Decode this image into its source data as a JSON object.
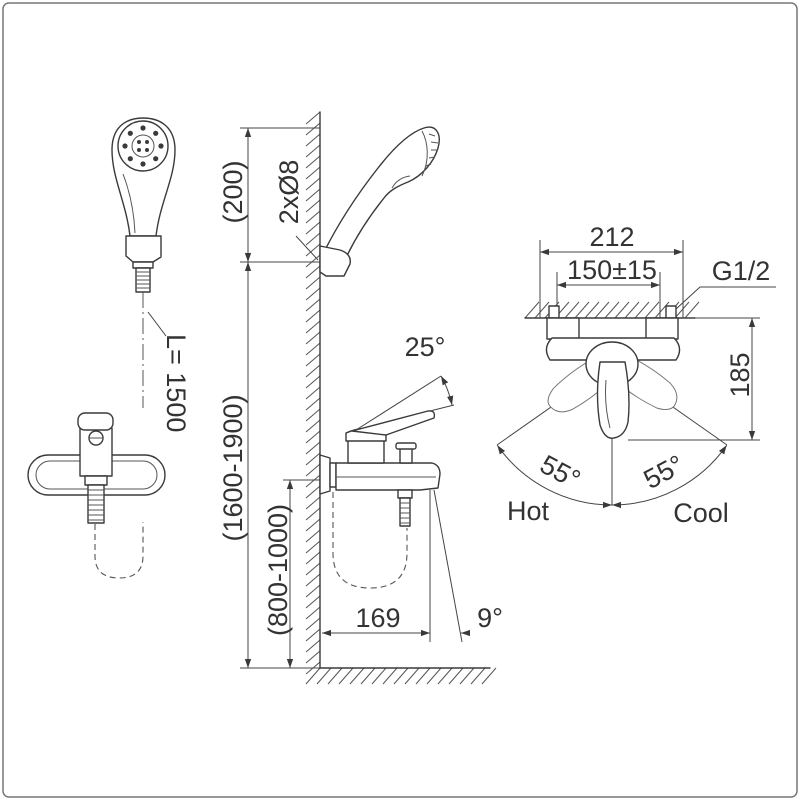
{
  "hand_shower_view": {
    "hose_length": "L= 1500"
  },
  "side_view": {
    "head_offset": "(200)",
    "fixing_holes": "2xØ8",
    "rail_height": "(1600-1900)",
    "mixer_height": "(800-1000)",
    "lever_angle": "25°",
    "spout_projection": "169",
    "spout_angle": "9°"
  },
  "top_view": {
    "overall_width": "212",
    "centre_distance": "150±15",
    "thread_size": "G1/2",
    "depth": "185",
    "hot_angle": "55°",
    "cool_angle": "55°",
    "hot_label": "Hot",
    "cool_label": "Cool"
  },
  "colors": {
    "line": "#3a3a3a",
    "background": "#ffffff"
  }
}
